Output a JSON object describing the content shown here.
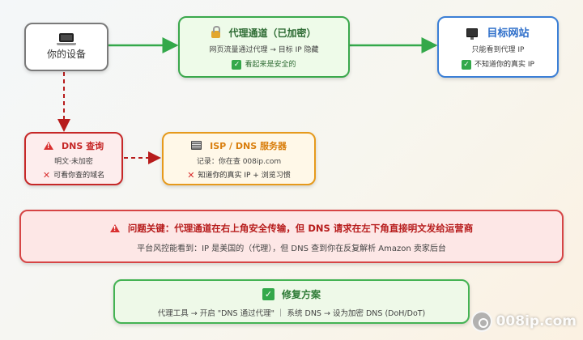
{
  "device": {
    "label": "你的设备"
  },
  "proxy": {
    "title": "代理通道（已加密）",
    "desc": "网页流量通过代理 → 目标 IP 隐藏",
    "status": "看起来是安全的"
  },
  "target": {
    "title": "目标网站",
    "desc": "只能看到代理 IP",
    "status": "不知道你的真实 IP"
  },
  "dns": {
    "title": "DNS 查询",
    "desc": "明文·未加密",
    "status": "可看你查的域名"
  },
  "isp": {
    "title": "ISP / DNS 服务器",
    "desc": "记录：你在查 008ip.com",
    "status": "知道你的真实 IP + 浏览习惯"
  },
  "issue": {
    "title": "问题关键：代理通道在右上角安全传输，但 DNS 请求在左下角直接明文发给运营商",
    "desc": "平台风控能看到：IP 是美国的（代理），但 DNS 查到你在反复解析 Amazon 卖家后台"
  },
  "fix": {
    "title": "修复方案",
    "desc": "代理工具 → 开启 \"DNS 通过代理\" ｜ 系统 DNS → 设为加密 DNS (DoH/DoT)"
  },
  "watermark": {
    "text": "008ip.com"
  },
  "colors": {
    "device_border": "#7a7a7a",
    "proxy_border": "#3aa84c",
    "proxy_bg": "#eefbe9",
    "target_border": "#3b7fd6",
    "dns_border": "#c62828",
    "dns_bg": "#fdeded",
    "isp_border": "#e69a1c",
    "isp_bg": "#fff8e8",
    "issue_border": "#d64545",
    "issue_bg": "#fde7e6",
    "fix_border": "#44b353",
    "fix_bg": "#eef9e8"
  }
}
